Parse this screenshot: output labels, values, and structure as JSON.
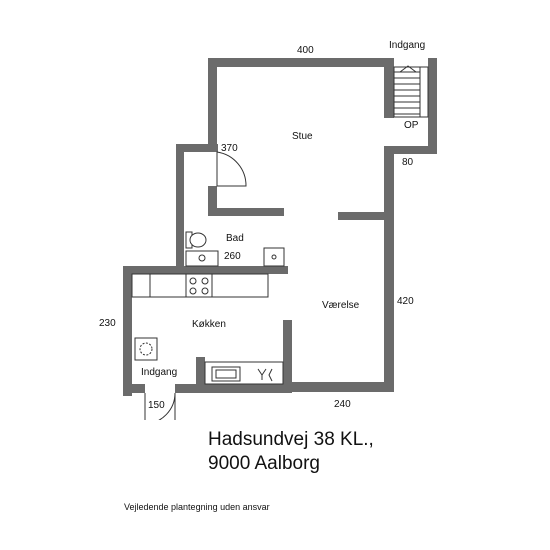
{
  "rooms": {
    "stue": "Stue",
    "bad": "Bad",
    "kokken": "Køkken",
    "vaerelse": "Værelse",
    "indgang_top": "Indgang",
    "indgang_bottom": "Indgang"
  },
  "stair_label": "OP",
  "dimensions": {
    "top_width": "400",
    "stue_side": "370",
    "stair_width": "80",
    "bad_width": "260",
    "vaerelse_height": "420",
    "kitchen_height": "230",
    "entrance_width": "150",
    "bottom_width": "240"
  },
  "address": {
    "line1": "Hadsundvej 38 KL.,",
    "line2": "9000 Aalborg"
  },
  "disclaimer": "Vejledende plantegning uden ansvar",
  "colors": {
    "wall": "#6b6b6b",
    "line": "#333333",
    "background": "#ffffff"
  },
  "icons": [
    "toilet-icon",
    "sink-icon",
    "stove-icon",
    "washing-machine-icon",
    "wine-glass-icon",
    "door-swing-icon",
    "staircase-icon"
  ]
}
